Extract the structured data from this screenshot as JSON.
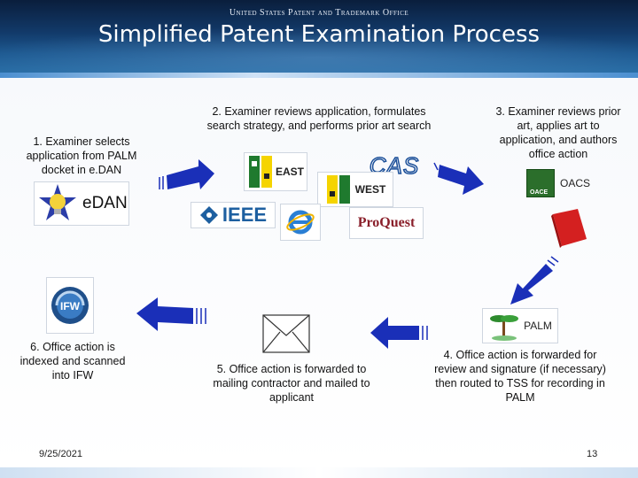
{
  "header": {
    "org": "United States Patent and Trademark Office",
    "title": "Simplified Patent Examination Process"
  },
  "steps": [
    {
      "text": "1. Examiner selects application from PALM docket in e.DAN"
    },
    {
      "text": "2. Examiner reviews application, formulates search strategy, and performs prior art search"
    },
    {
      "text": "3. Examiner reviews prior art, applies art to application, and authors office action"
    },
    {
      "text": "4. Office action is forwarded for review and signature (if necessary) then routed to TSS for recording in PALM"
    },
    {
      "text": "5. Office action is forwarded to mailing contractor and mailed to applicant"
    },
    {
      "text": "6. Office action is indexed and scanned into IFW"
    }
  ],
  "logos": {
    "edan": "eDAN",
    "east": "EAST",
    "cas": "CAS",
    "west": "WEST",
    "ieee": "IEEE",
    "proquest": "ProQuest",
    "oacs": "OACS",
    "oacs_badge": "OACE",
    "palm": "PALM",
    "ifw": "IFW"
  },
  "footer": {
    "date": "9/25/2021",
    "page": "13"
  },
  "colors": {
    "arrow_blue": "#1a2fb8",
    "header_dark": "#0a1e3c",
    "book_red": "#d42020"
  }
}
